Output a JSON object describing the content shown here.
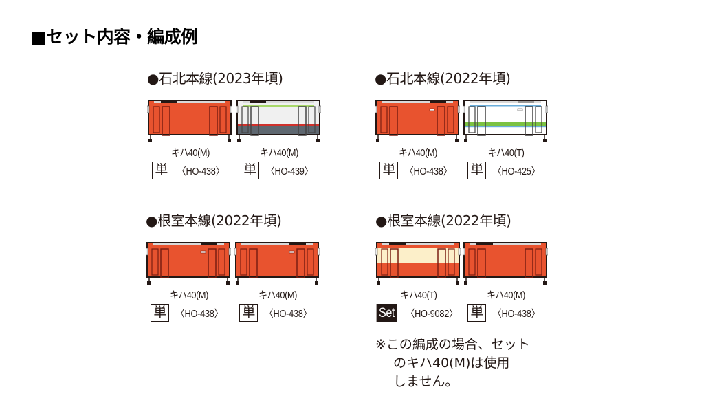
{
  "page": {
    "title": "■セット内容・編成例"
  },
  "colors": {
    "vermilion": "#E8532F",
    "body_outline": "#231815",
    "door_outline": "#7A1E12",
    "cream": "#FCEFC9",
    "white_body": "#F0F0F0",
    "grey_skirt": "#5E6770",
    "red_line": "#D0312B",
    "lime_line": "#A8D86A",
    "blue_line": "#6AAEDB",
    "green_band": "#7CC242",
    "roof_grey": "#D9D9D9"
  },
  "sections": [
    {
      "title": "●石北本線(2023年頃)",
      "cars": [
        {
          "livery": "vermilion",
          "name": "キハ40(M)",
          "badge_type": "single",
          "badge": "単",
          "code": "〈HO-438〉"
        },
        {
          "livery": "white-grey",
          "name": "キハ40(M)",
          "badge_type": "single",
          "badge": "単",
          "code": "〈HO-439〉"
        }
      ]
    },
    {
      "title": "●石北本線(2022年頃)",
      "cars": [
        {
          "livery": "vermilion",
          "name": "キハ40(M)",
          "badge_type": "single",
          "badge": "単",
          "code": "〈HO-438〉"
        },
        {
          "livery": "white-green",
          "name": "キハ40(T)",
          "badge_type": "single",
          "badge": "単",
          "code": "〈HO-425〉"
        }
      ]
    },
    {
      "title": "●根室本線(2022年頃)",
      "cars": [
        {
          "livery": "vermilion",
          "name": "キハ40(M)",
          "badge_type": "single",
          "badge": "単",
          "code": "〈HO-438〉"
        },
        {
          "livery": "vermilion",
          "name": "キハ40(M)",
          "badge_type": "single",
          "badge": "単",
          "code": "〈HO-438〉"
        }
      ]
    },
    {
      "title": "●根室本線(2022年頃)",
      "cars": [
        {
          "livery": "cream-vermilion",
          "name": "キハ40(T)",
          "badge_type": "set",
          "badge": "Set",
          "code": "〈HO-9082〉"
        },
        {
          "livery": "vermilion",
          "name": "キハ40(M)",
          "badge_type": "single",
          "badge": "単",
          "code": "〈HO-438〉"
        }
      ]
    }
  ],
  "note": {
    "line1": "※この編成の場合、セット",
    "line2": "のキハ40(M)は使用",
    "line3": "しません。"
  }
}
